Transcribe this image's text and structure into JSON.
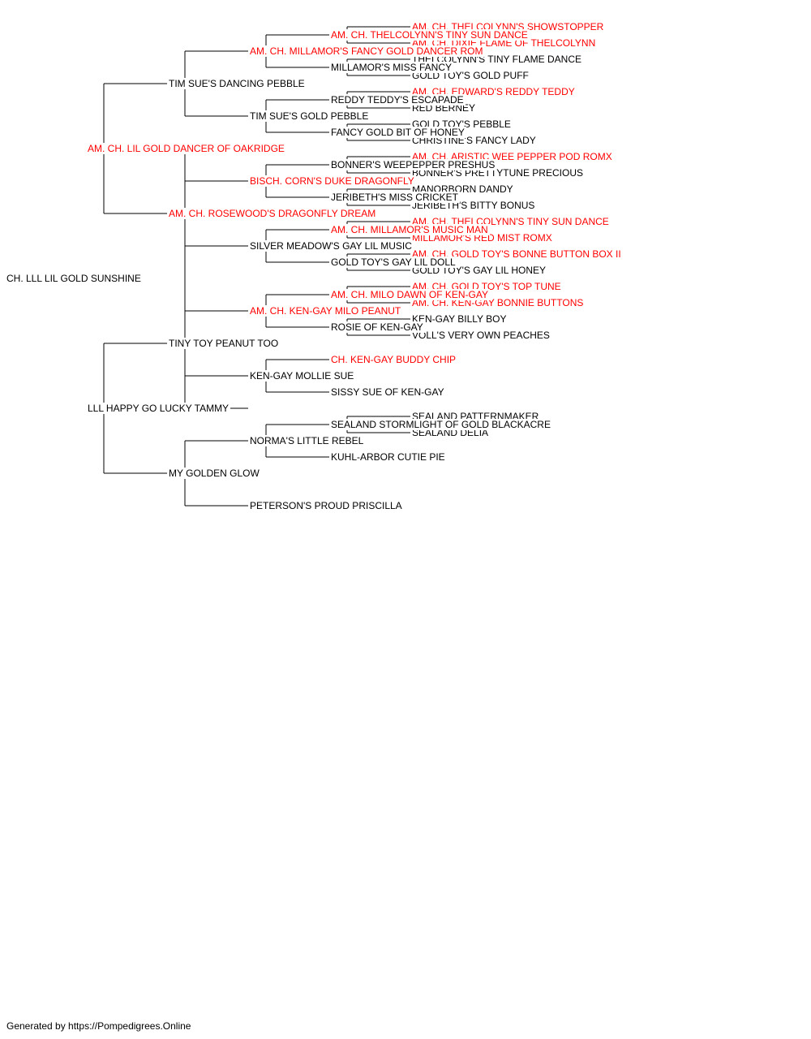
{
  "colors": {
    "champion": "#ff0000",
    "normal": "#000000",
    "line": "#000000"
  },
  "root": {
    "name": "CH. LLL LIL GOLD SUNSHINE",
    "champion": false
  },
  "sire": {
    "name": "AM. CH. LIL GOLD DANCER OF OAKRIDGE",
    "champion": true,
    "sire": {
      "name": "TIM SUE'S DANCING PEBBLE",
      "champion": false,
      "sire": {
        "name": "AM. CH. MILLAMOR'S FANCY GOLD DANCER ROM",
        "champion": true,
        "sire": {
          "name": "AM. CH. THELCOLYNN'S TINY SUN DANCE",
          "champion": true,
          "sire": {
            "name": "AM. CH. THELCOLYNN'S SHOWSTOPPER",
            "champion": true
          },
          "dam": {
            "name": "AM. CH. DIXIE FLAME OF THELCOLYNN",
            "champion": true
          }
        },
        "dam": {
          "name": "MILLAMOR'S MISS FANCY",
          "champion": false,
          "sire": {
            "name": "THELCOLYNN'S TINY FLAME DANCE",
            "champion": false
          },
          "dam": {
            "name": "GOLD TOY'S GOLD PUFF",
            "champion": false
          }
        }
      },
      "dam": {
        "name": "TIM SUE'S GOLD PEBBLE",
        "champion": false,
        "sire": {
          "name": "REDDY TEDDY'S ESCAPADE",
          "champion": false,
          "sire": {
            "name": "AM. CH. EDWARD'S REDDY TEDDY",
            "champion": true
          },
          "dam": {
            "name": "RED BERNEY",
            "champion": false
          }
        },
        "dam": {
          "name": "FANCY GOLD BIT OF HONEY",
          "champion": false,
          "sire": {
            "name": "GOLD TOY'S PEBBLE",
            "champion": false
          },
          "dam": {
            "name": "CHRISTINE'S FANCY LADY",
            "champion": false
          }
        }
      }
    },
    "dam": {
      "name": "AM. CH. ROSEWOOD'S DRAGONFLY DREAM",
      "champion": true,
      "sire": {
        "name": "BISCH. CORN'S DUKE DRAGONFLY",
        "champion": true,
        "sire": {
          "name": "BONNER'S WEEPEPPER PRESHUS",
          "champion": false,
          "sire": {
            "name": "AM. CH. ARISTIC WEE PEPPER POD ROMX",
            "champion": true
          },
          "dam": {
            "name": "BONNER'S PRETTYTUNE PRECIOUS",
            "champion": false
          }
        },
        "dam": {
          "name": "JERIBETH'S MISS CRICKET",
          "champion": false,
          "sire": {
            "name": "MANORBORN DANDY",
            "champion": false
          },
          "dam": {
            "name": "JERIBETH'S BITTY BONUS",
            "champion": false
          }
        }
      },
      "dam": {
        "name": "SILVER MEADOW'S GAY LIL MUSIC",
        "champion": false,
        "sire": {
          "name": "AM. CH. MILLAMOR'S MUSIC MAN",
          "champion": true,
          "sire": {
            "name": "AM. CH. THELCOLYNN'S TINY SUN DANCE",
            "champion": true
          },
          "dam": {
            "name": "MILLAMOR'S RED MIST ROMX",
            "champion": true
          }
        },
        "dam": {
          "name": "GOLD TOY'S GAY LIL DOLL",
          "champion": false,
          "sire": {
            "name": "AM. CH. GOLD TOY'S BONNE BUTTON BOX II",
            "champion": true
          },
          "dam": {
            "name": "GOLD TOY'S GAY LIL HONEY",
            "champion": false
          }
        }
      }
    }
  },
  "dam": {
    "name": "LLL HAPPY GO LUCKY TAMMY",
    "champion": false,
    "sire": {
      "name": "TINY TOY PEANUT TOO",
      "champion": false,
      "sire": {
        "name": "AM. CH. KEN-GAY MILO PEANUT",
        "champion": true,
        "sire": {
          "name": "AM. CH. MILO DAWN OF KEN-GAY",
          "champion": true,
          "sire": {
            "name": "AM. CH. GOLD TOY'S TOP TUNE",
            "champion": true
          },
          "dam": {
            "name": "AM. CH. KEN-GAY BONNIE BUTTONS",
            "champion": true
          }
        },
        "dam": {
          "name": "ROSIE OF KEN-GAY",
          "champion": false,
          "sire": {
            "name": "KEN-GAY BILLY BOY",
            "champion": false
          },
          "dam": {
            "name": "VOLL'S VERY OWN PEACHES",
            "champion": false
          }
        }
      },
      "dam": {
        "name": "KEN-GAY MOLLIE SUE",
        "champion": false,
        "sire": {
          "name": "CH. KEN-GAY BUDDY CHIP",
          "champion": true
        },
        "dam": {
          "name": "SISSY SUE OF KEN-GAY",
          "champion": false
        }
      }
    },
    "dam": {
      "name": "MY GOLDEN GLOW",
      "champion": false,
      "sire": {
        "name": "NORMA'S LITTLE REBEL",
        "champion": false,
        "sire": {
          "name": "SEALAND STORMLIGHT OF GOLD BLACKACRE",
          "champion": false,
          "sire": {
            "name": "SEALAND PATTERNMAKER",
            "champion": false
          },
          "dam": {
            "name": "SEALAND DELIA",
            "champion": false
          }
        },
        "dam": {
          "name": "KUHL-ARBOR CUTIE PIE",
          "champion": false
        }
      },
      "dam": {
        "name": "PETERSON'S PROUD PRISCILLA",
        "champion": false
      }
    }
  },
  "footer": "Generated by https://Pompedigrees.Online"
}
